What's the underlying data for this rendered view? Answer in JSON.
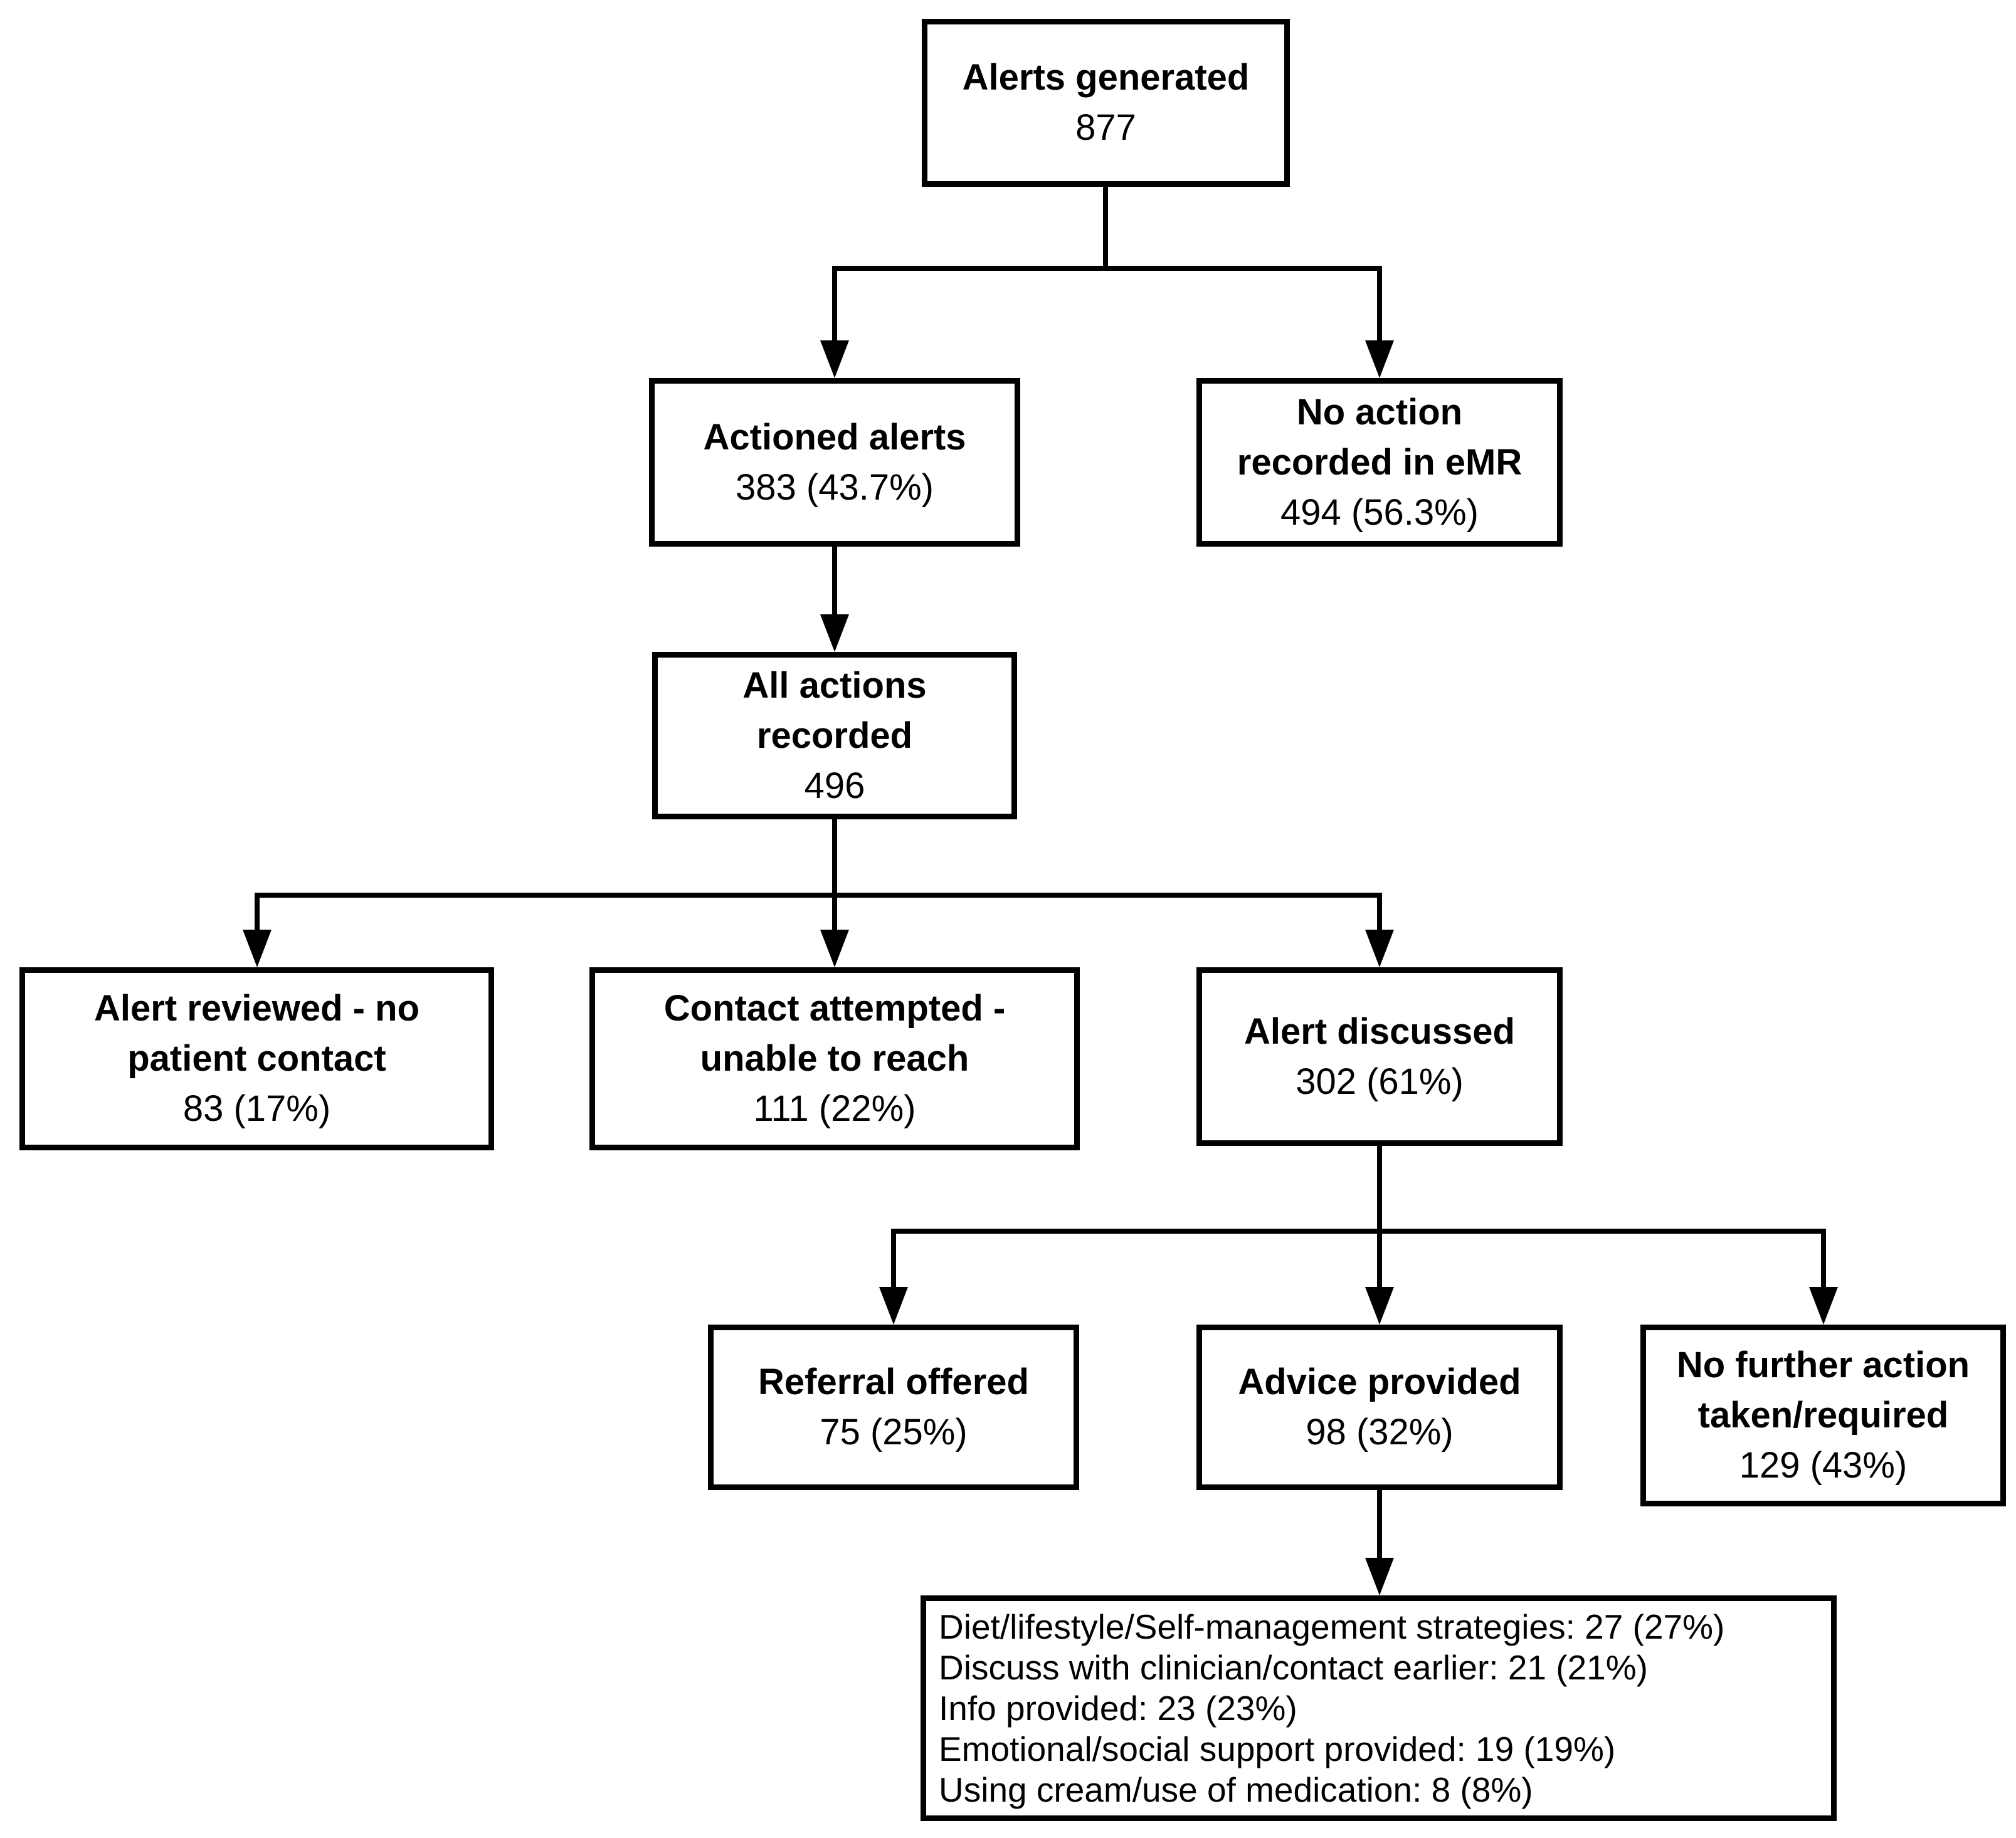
{
  "nodes": {
    "alerts_generated": {
      "title": "Alerts generated",
      "value": "877"
    },
    "actioned_alerts": {
      "title": "Actioned alerts",
      "value": "383 (43.7%)"
    },
    "no_action_recorded": {
      "title": "No action\nrecorded in eMR",
      "value": "494 (56.3%)"
    },
    "all_actions_recorded": {
      "title": "All actions\nrecorded",
      "value": "496"
    },
    "alert_reviewed": {
      "title": "Alert reviewed - no\npatient contact",
      "value": "83 (17%)"
    },
    "contact_attempted": {
      "title": "Contact attempted -\nunable to reach",
      "value": "111 (22%)"
    },
    "alert_discussed": {
      "title": "Alert discussed",
      "value": "302 (61%)"
    },
    "referral_offered": {
      "title": "Referral offered",
      "value": "75 (25%)"
    },
    "advice_provided": {
      "title": "Advice provided",
      "value": "98 (32%)"
    },
    "no_further_action": {
      "title": "No further action\ntaken/required",
      "value": "129 (43%)"
    }
  },
  "advice_breakdown": {
    "lines": [
      "Diet/lifestyle/Self-management strategies: 27 (27%)",
      "Discuss with clinician/contact earlier: 21 (21%)",
      "Info provided: 23 (23%)",
      "Emotional/social support provided: 19 (19%)",
      "Using cream/use of medication: 8 (8%)"
    ]
  },
  "edges": [
    {
      "from": "alerts_generated",
      "to": "actioned_alerts"
    },
    {
      "from": "alerts_generated",
      "to": "no_action_recorded"
    },
    {
      "from": "actioned_alerts",
      "to": "all_actions_recorded"
    },
    {
      "from": "all_actions_recorded",
      "to": "alert_reviewed"
    },
    {
      "from": "all_actions_recorded",
      "to": "contact_attempted"
    },
    {
      "from": "all_actions_recorded",
      "to": "alert_discussed"
    },
    {
      "from": "alert_discussed",
      "to": "referral_offered"
    },
    {
      "from": "alert_discussed",
      "to": "advice_provided"
    },
    {
      "from": "alert_discussed",
      "to": "no_further_action"
    },
    {
      "from": "advice_provided",
      "to": "advice_breakdown"
    }
  ],
  "colors": {
    "line": "#000000",
    "background": "#ffffff",
    "text": "#000000"
  }
}
